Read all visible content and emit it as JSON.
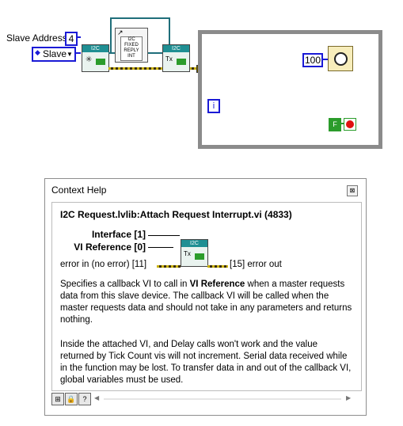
{
  "diagram": {
    "slave_address_label": "Slave Address",
    "slave_address_value": "4",
    "slave_enum_value": "Slave",
    "slave_enum_arrows": "◆",
    "slave_enum_dropdown": "▼",
    "subvi_open": {
      "header": "I2C"
    },
    "subvi_attach": {
      "header": "I2C"
    },
    "fixed_reply_lines": [
      "I2C",
      "FIXED",
      "REPLY",
      "INT"
    ],
    "wait_ms_value": "100",
    "loop_iteration": "i",
    "stop_false": "F",
    "colors": {
      "wire_blue": "#1a1ad6",
      "error_wire": "#c9b000",
      "loop_border": "#8b8b8b",
      "subvi_header": "#1f8f93",
      "stop_green": "#2b9c2b",
      "stop_red": "#e01010"
    }
  },
  "context_help": {
    "window_title": "Context Help",
    "vi_title": "I2C Request.lvlib:Attach Request Interrupt.vi (4833)",
    "terminals": {
      "interface": "Interface [1]",
      "vi_reference": "VI Reference [0]",
      "error_in": "error in (no error) [11]",
      "error_out": "[15]  error out"
    },
    "subvi_header": "I2C",
    "description_p1_parts": {
      "a": "Specifies a callback VI to call in ",
      "b": "VI Reference",
      "c": " when a master requests data from this slave device.  The callback VI will be called when the master requests data and should not take in any parameters and returns nothing."
    },
    "description_p2": "Inside the attached VI, and Delay calls won't work and the value returned by Tick Count vis will not increment.  Serial data received while in the function may be lost.  To transfer data in and out of the callback VI, global variables must be used.",
    "scroll_left": "◀",
    "scroll_right": "▶",
    "bottom_icons": [
      "detail-icon",
      "lock-icon",
      "help-icon"
    ],
    "help_button_glyph": "?"
  }
}
